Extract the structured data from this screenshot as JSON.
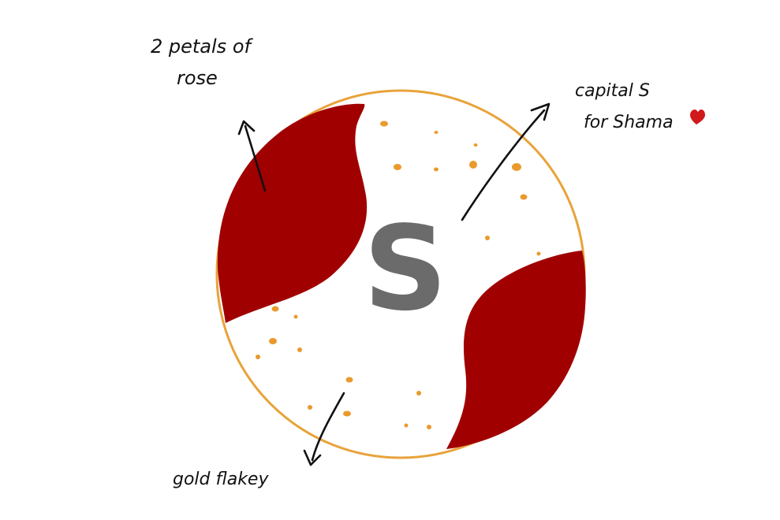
{
  "annotations": {
    "petals_line1": "2 petals of",
    "petals_line2": "rose",
    "capital_line1": "capital S",
    "capital_line2": "for Shama",
    "gold": "gold flakey"
  },
  "center_letter": "S",
  "colors": {
    "rim": "#e8a33a",
    "petal": "#a10000",
    "letter": "#6b6b6b",
    "flake": "#ea9a2c",
    "heart": "#d0191b",
    "ink": "#111111"
  },
  "icons": {
    "heart": "heart-icon"
  }
}
